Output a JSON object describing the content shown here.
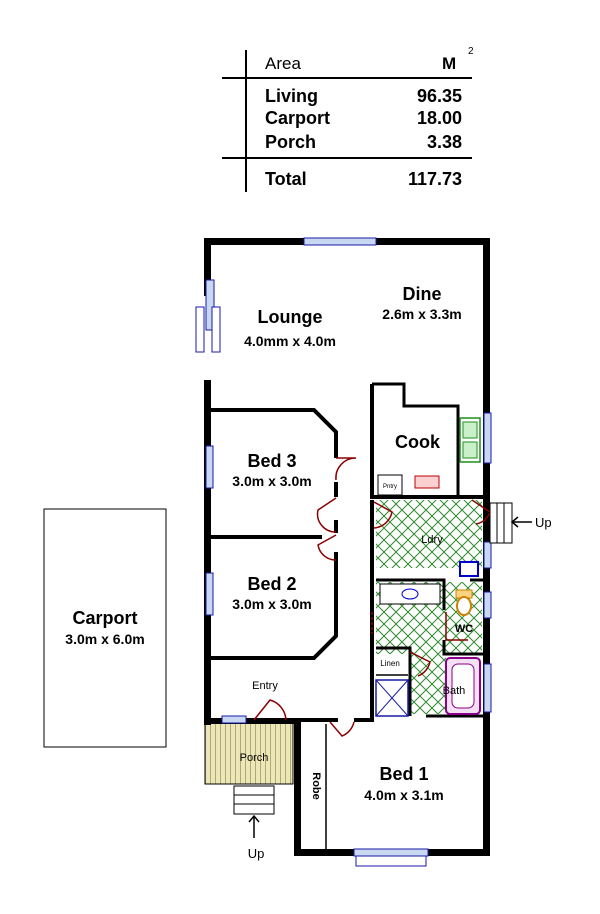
{
  "area_table": {
    "header_label": "Area",
    "header_unit": "M",
    "header_unit_sup": "2",
    "rows": [
      {
        "label": "Living",
        "value": "96.35"
      },
      {
        "label": "Carport",
        "value": "18.00"
      },
      {
        "label": "Porch",
        "value": "3.38"
      }
    ],
    "total_label": "Total",
    "total_value": "117.73"
  },
  "rooms": {
    "lounge": {
      "name": "Lounge",
      "size": "4.0mm x 4.0m"
    },
    "dine": {
      "name": "Dine",
      "size": "2.6m x 3.3m"
    },
    "cook": {
      "name": "Cook"
    },
    "pntry": {
      "name": "Pntry"
    },
    "bed3": {
      "name": "Bed 3",
      "size": "3.0m x 3.0m"
    },
    "bed2": {
      "name": "Bed 2",
      "size": "3.0m x 3.0m"
    },
    "ldry": {
      "name": "Ldry"
    },
    "wc": {
      "name": "WC"
    },
    "linen": {
      "name": "Linen"
    },
    "bath": {
      "name": "Bath"
    },
    "entry": {
      "name": "Entry"
    },
    "porch": {
      "name": "Porch"
    },
    "robe": {
      "name": "Robe"
    },
    "bed1": {
      "name": "Bed 1",
      "size": "4.0m x 3.1m"
    },
    "carport": {
      "name": "Carport",
      "size": "3.0m x 6.0m"
    }
  },
  "steps": {
    "rear_label": "Up",
    "front_label": "Up"
  },
  "colors": {
    "wall": "#000000",
    "door": "#8b0000",
    "window": "#1a1aa8",
    "window_fill": "#c8d8f0",
    "wet_hatch": "#2e8b2e",
    "porch_fill": "#e8e2b0",
    "bath_outline": "#8b008b",
    "wc_fixture": "#d08000",
    "sink_blue": "#0000cc",
    "stove_green": "#1f8f1f"
  }
}
